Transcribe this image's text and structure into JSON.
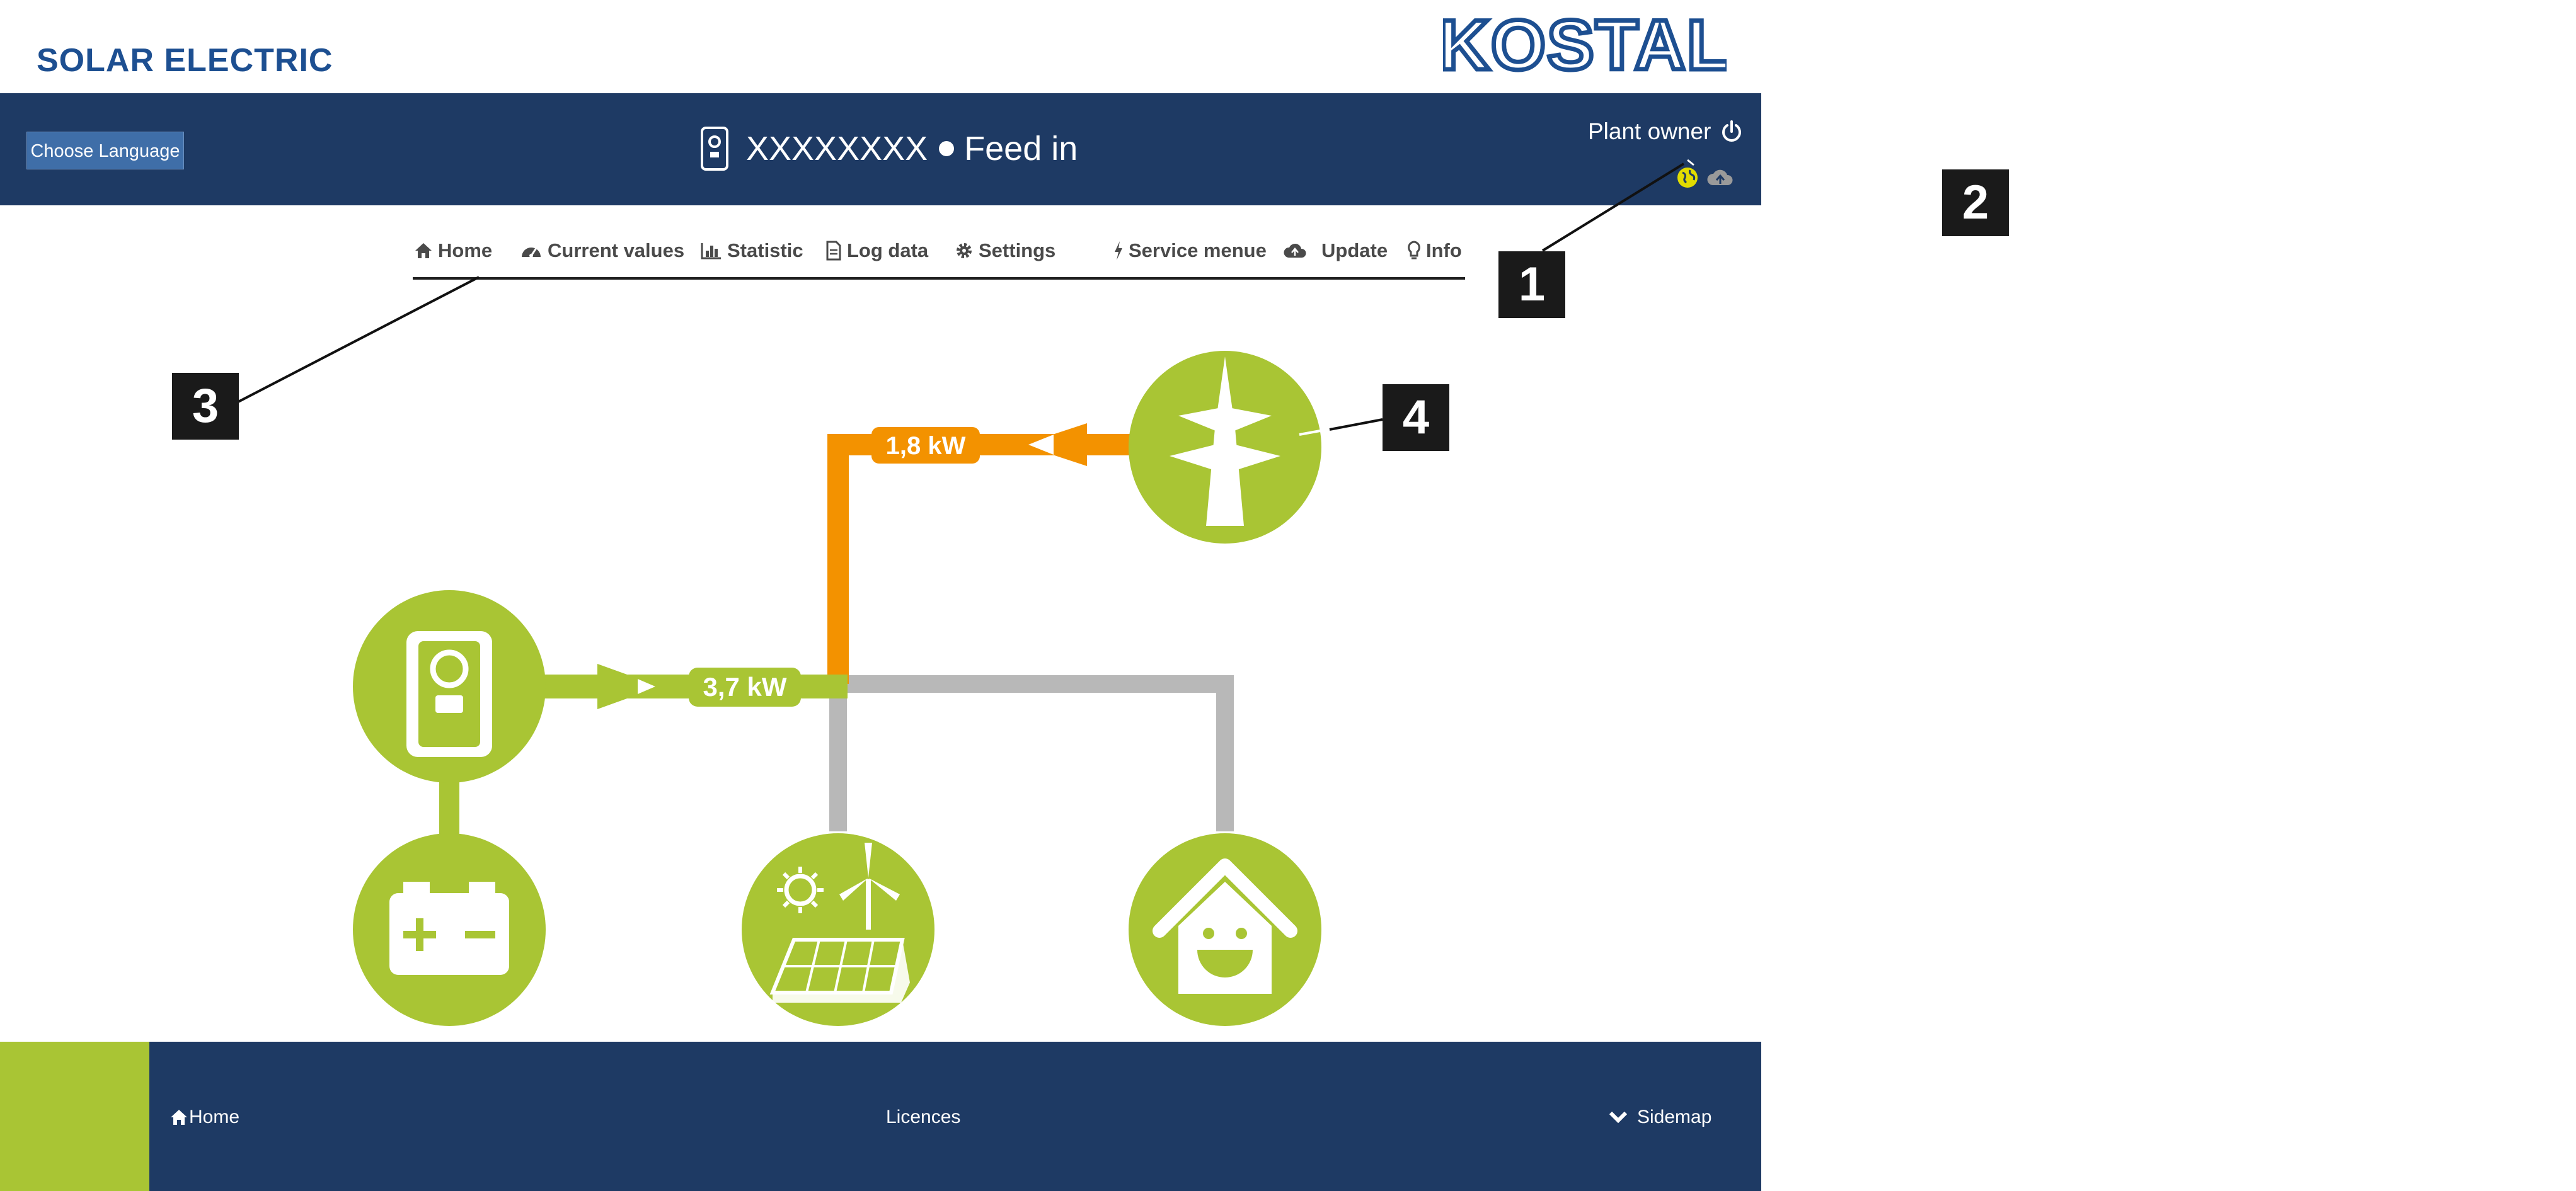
{
  "brand": {
    "name": "SOLAR ELECTRIC",
    "logo": "KOSTAL"
  },
  "header": {
    "language_button": "Choose Language",
    "device_name": "XXXXXXXX",
    "status": "Feed in",
    "user": "Plant owner"
  },
  "nav": {
    "items": [
      {
        "label": "Home",
        "icon": "home-icon"
      },
      {
        "label": "Current values",
        "icon": "speedometer-icon"
      },
      {
        "label": "Statistic",
        "icon": "bar-chart-icon"
      },
      {
        "label": "Log data",
        "icon": "document-icon"
      },
      {
        "label": "Settings",
        "icon": "gear-icon"
      },
      {
        "label": "Service menue",
        "icon": "lightning-icon"
      },
      {
        "label": "Update",
        "icon": "cloud-upload-icon"
      },
      {
        "label": "Info",
        "icon": "lightbulb-icon"
      }
    ]
  },
  "flow": {
    "inverter_power": "3,7 kW",
    "grid_power": "1,8 kW"
  },
  "callouts": [
    "1",
    "2",
    "3",
    "4"
  ],
  "footer": {
    "home": "Home",
    "licences": "Licences",
    "sitemap": "Sidemap"
  },
  "colors": {
    "header": "#1e3a64",
    "green": "#a9c534",
    "orange": "#f39200",
    "grey": "#b8b8b8",
    "brand_blue": "#1d4f91"
  }
}
